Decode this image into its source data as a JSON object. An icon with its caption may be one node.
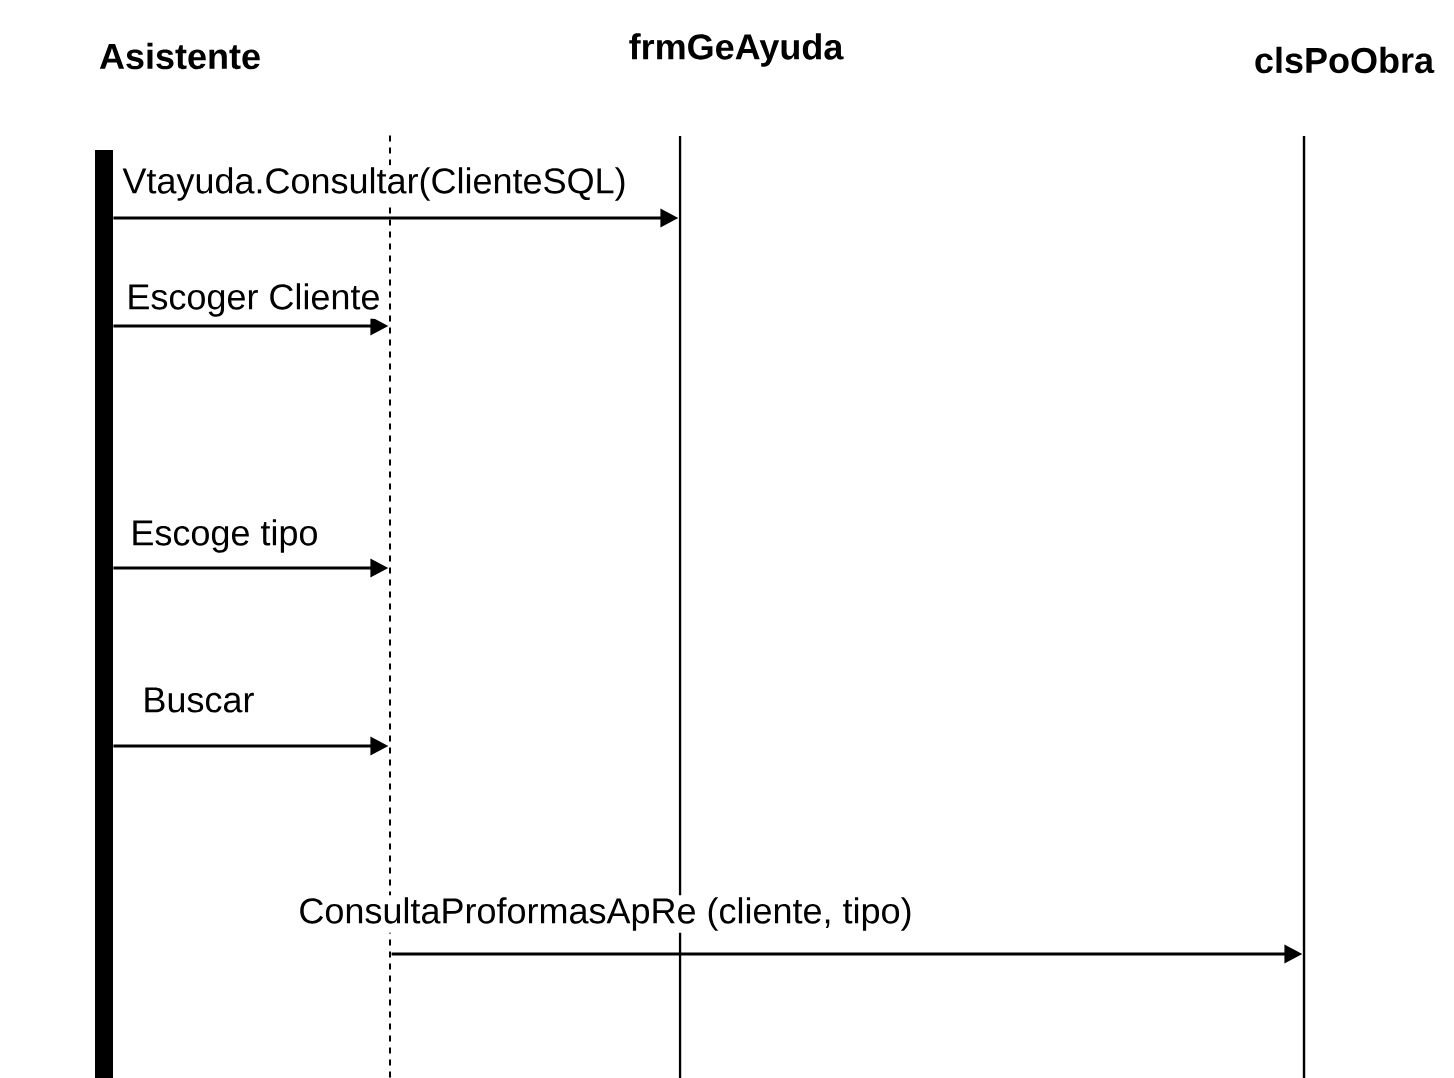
{
  "diagram": {
    "nodes": [
      {
        "text": [
          "Asistente"
        ]
      },
      {
        "text": [
          "frmGeAyuda"
        ]
      },
      {
        "text": [
          "clsPoObra"
        ]
      },
      {
        "text": [],
        "shape": "line"
      }
    ],
    "edges": [
      {
        "from": 0,
        "to": 1,
        "arrow": "to",
        "label": "Vtayuda.Consultar(ClienteSQL)"
      },
      {
        "from": 0,
        "to": 3,
        "arrow": "to",
        "label": "Escoger Cliente"
      },
      {
        "from": 0,
        "to": 3,
        "arrow": "to",
        "label": "Escoge tipo"
      },
      {
        "from": 0,
        "to": 3,
        "arrow": "to",
        "label": "Buscar"
      },
      {
        "from": 3,
        "to": 2,
        "arrow": "to",
        "label": "ConsultaProformasApRe (cliente, tipo)"
      }
    ]
  }
}
